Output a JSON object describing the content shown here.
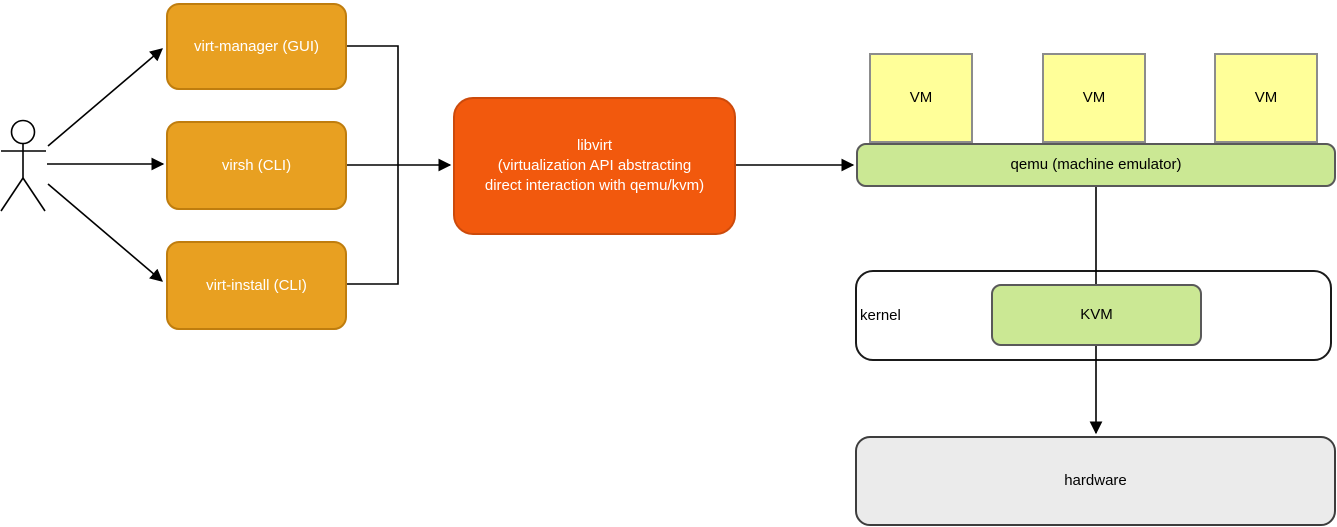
{
  "diagram": {
    "actor": {
      "name": "user"
    },
    "tools": [
      {
        "label": "virt-manager (GUI)"
      },
      {
        "label": "virsh (CLI)"
      },
      {
        "label": "virt-install (CLI)"
      }
    ],
    "libvirt": {
      "lines": [
        "libvirt",
        "(virtualization API abstracting",
        "direct interaction with qemu/kvm)"
      ]
    },
    "vms": [
      "VM",
      "VM",
      "VM"
    ],
    "qemu": {
      "label": "qemu (machine emulator)"
    },
    "kernel": {
      "label": "kernel"
    },
    "kvm": {
      "label": "KVM"
    },
    "hardware": {
      "label": "hardware"
    },
    "colors": {
      "tool_fill": "#E8A021",
      "tool_border": "#BF7D0E",
      "libvirt_fill": "#F2590D",
      "libvirt_border": "#CC4A0B",
      "vm_fill": "#FFFF99",
      "vm_border": "#8C8C8C",
      "green_fill": "#CBE894",
      "green_border": "#595959",
      "kernel_fill": "#FFFFFF",
      "kernel_border": "#1A1A1A",
      "hardware_fill": "#EBEBEB",
      "line_color": "#000000",
      "text_on_orange": "#FFFFFF",
      "text_on_light": "#000000"
    }
  }
}
